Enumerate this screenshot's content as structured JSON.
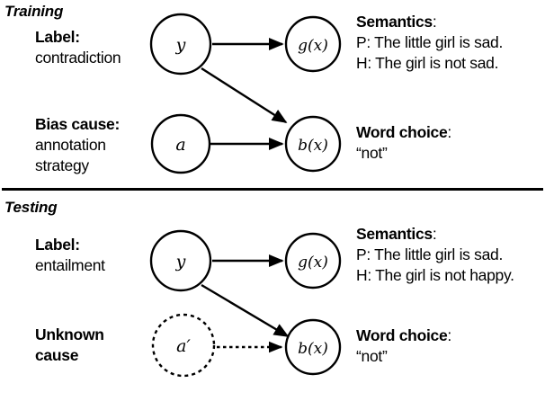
{
  "figure": {
    "title_training": "Training",
    "title_testing": "Testing",
    "divider": "horizontal-rule"
  },
  "colors": {
    "ink": "#000000",
    "background": "#ffffff"
  },
  "training": {
    "label_heading": "Label:",
    "label_value": "contradiction",
    "cause_heading": "Bias cause:",
    "cause_value_line1": "annotation",
    "cause_value_line2": "strategy",
    "nodes": {
      "y": "y",
      "a": "a",
      "g": "g(x)",
      "b": "b(x)"
    },
    "semantics_heading": "Semantics",
    "semantics_colon": ":",
    "semantics_premise": "P: The little girl is sad.",
    "semantics_hypothesis": "H: The girl is not sad.",
    "word_choice_heading": "Word choice",
    "word_choice_colon": ":",
    "word_choice_value": "“not”"
  },
  "testing": {
    "label_heading": "Label:",
    "label_value": "entailment",
    "cause_heading_line1": "Unknown",
    "cause_heading_line2": "cause",
    "nodes": {
      "y": "y",
      "a_prime": "a′",
      "g": "g(x)",
      "b": "b(x)"
    },
    "semantics_heading": "Semantics",
    "semantics_colon": ":",
    "semantics_premise": "P: The little girl is sad.",
    "semantics_hypothesis": "H: The girl is not happy.",
    "word_choice_heading": "Word choice",
    "word_choice_colon": ":",
    "word_choice_value": "“not”"
  },
  "edges": {
    "training_y_to_g": "solid-arrow",
    "training_y_to_b": "solid-arrow",
    "training_a_to_b": "solid-arrow",
    "testing_y_to_g": "solid-arrow",
    "testing_y_to_b": "solid-arrow",
    "testing_aprime_to_b": "dashed-arrow"
  }
}
